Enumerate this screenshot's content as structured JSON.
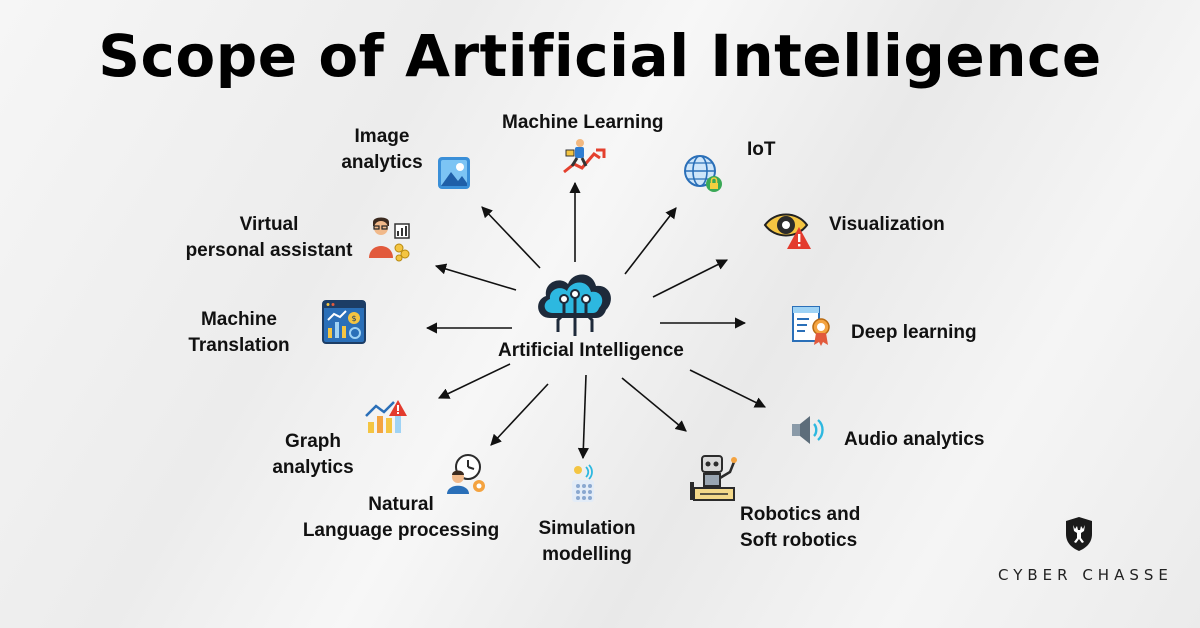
{
  "title": "Scope of Artificial Intelligence",
  "center": {
    "label": "Artificial Intelligence",
    "icon": "cloud-circuit-icon"
  },
  "branches": [
    {
      "id": "image-analytics",
      "lines": [
        "Image",
        "analytics"
      ],
      "icon": "image-icon"
    },
    {
      "id": "machine-learning",
      "lines": [
        "Machine Learning"
      ],
      "icon": "ladder-climb-icon"
    },
    {
      "id": "iot",
      "lines": [
        "IoT"
      ],
      "icon": "globe-lock-icon"
    },
    {
      "id": "virtual-personal-assistant",
      "lines": [
        "Virtual",
        "personal assistant"
      ],
      "icon": "assistant-person-icon"
    },
    {
      "id": "visualization",
      "lines": [
        "Visualization"
      ],
      "icon": "eye-warning-icon"
    },
    {
      "id": "machine-translation",
      "lines": [
        "Machine",
        "Translation"
      ],
      "icon": "dashboard-icon"
    },
    {
      "id": "deep-learning",
      "lines": [
        "Deep learning"
      ],
      "icon": "certificate-icon"
    },
    {
      "id": "graph-analytics",
      "lines": [
        "Graph",
        "analytics"
      ],
      "icon": "bar-chart-warning-icon"
    },
    {
      "id": "audio-analytics",
      "lines": [
        "Audio analytics"
      ],
      "icon": "speaker-icon"
    },
    {
      "id": "natural-language-processing",
      "lines": [
        "Natural",
        "Language processing"
      ],
      "icon": "person-clock-icon"
    },
    {
      "id": "simulation-modelling",
      "lines": [
        "Simulation",
        "modelling"
      ],
      "icon": "hand-signal-icon"
    },
    {
      "id": "robotics-soft-robotics",
      "lines": [
        "Robotics and",
        "Soft robotics"
      ],
      "icon": "robot-icon"
    }
  ],
  "brand": {
    "name": "CYBER CHASSE",
    "logo": "deer-shield-icon"
  },
  "colors": {
    "accent": "#2db8e0",
    "cloud_dark": "#1e2a3a"
  }
}
